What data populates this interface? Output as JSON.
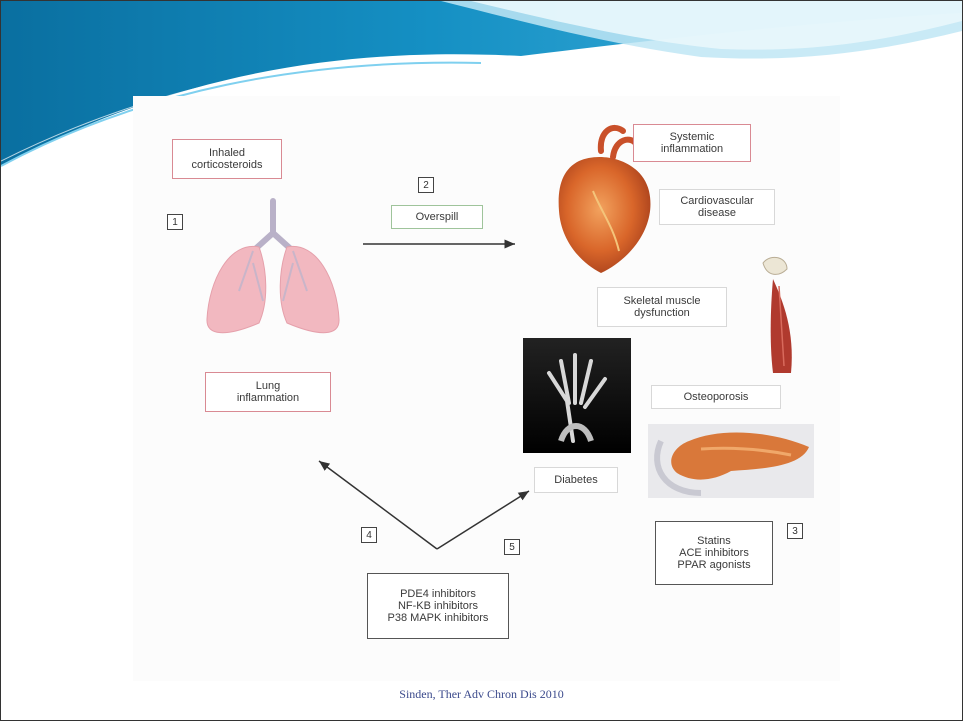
{
  "labels": {
    "inhaled": "Inhaled\ncorticosteroids",
    "overspill": "Overspill",
    "lung": "Lung\ninflammation",
    "systemic": "Systemic\ninflammation",
    "cardio": "Cardiovascular\ndisease",
    "skeletal": "Skeletal muscle\ndysfunction",
    "osteo": "Osteoporosis",
    "diabetes": "Diabetes",
    "statins": "Statins\nACE inhibitors\nPPAR agonists",
    "inhibitors": "PDE4 inhibitors\nNF-KB inhibitors\nP38 MAPK inhibitors"
  },
  "numbers": {
    "n1": "1",
    "n2": "2",
    "n3": "3",
    "n4": "4",
    "n5": "5"
  },
  "citation": "Sinden,  Ther Adv Chron Dis  2010",
  "colors": {
    "banner_dark": "#0d7fb0",
    "banner_light": "#5bc1e5",
    "red_box_border": "#d98a93",
    "green_box_border": "#9fc49b",
    "citation_text": "#3b4a8c"
  }
}
